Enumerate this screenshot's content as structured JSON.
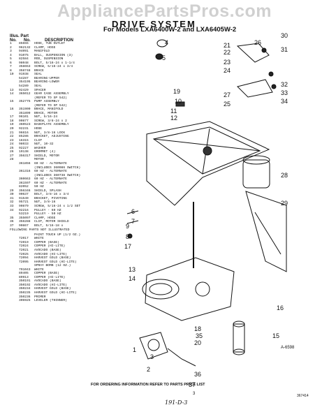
{
  "watermark": "AppliancePartsPros.com",
  "title": "DRIVE SYSTEM",
  "subtitle": "For Models LXA6400W-2 and LXA6405W-2",
  "headers": {
    "illus": "Illus. Part",
    "no": "No.",
    "num": "No.",
    "desc": "DESCRIPTION"
  },
  "parts": [
    {
      "n": "1",
      "p": "85655",
      "d": "HOSE, TUB OUTLET"
    },
    {
      "n": "2",
      "p": "962132",
      "d": "CLAMP, HOSE"
    },
    {
      "n": "3",
      "p": "94091",
      "d": "MANIFOLD"
    },
    {
      "n": "4",
      "p": "91075",
      "d": "BALL, SUSPENSION (3)"
    },
    {
      "n": "5",
      "p": "82584",
      "d": "ROD, SUSPENSION"
    },
    {
      "n": "6",
      "p": "98048",
      "d": "BOLT, 5/16-24 x 1-1/4"
    },
    {
      "n": "7",
      "p": "358653",
      "d": "SCREW, 5/16-24 x 3/4"
    },
    {
      "n": "8",
      "p": "358748",
      "d": "BRACE"
    },
    {
      "n": "10",
      "p": "91938",
      "d": "SEAL"
    },
    {
      "n": "",
      "p": "54287",
      "d": "BEARING-UPPER"
    },
    {
      "n": "",
      "p": "354195",
      "d": "BEARING-LOWER"
    },
    {
      "n": "",
      "p": "54289",
      "d": "SEAL"
    },
    {
      "n": "13",
      "p": "92429",
      "d": "SPACER"
    },
    {
      "n": "14",
      "p": "365012",
      "d": "GEAR CASE ASSEMBLY"
    },
    {
      "n": "",
      "p": "",
      "d": "(REFER TO SP 542)"
    },
    {
      "n": "15",
      "p": "352775",
      "d": "PUMP ASSEMBLY"
    },
    {
      "n": "",
      "p": "",
      "d": "(REFER TO SP 542)"
    },
    {
      "n": "16",
      "p": "351900",
      "d": "BRACE, MANIFOLD"
    },
    {
      "n": "",
      "p": "351899",
      "d": "BRACE, MOTOR"
    },
    {
      "n": "17",
      "p": "96101",
      "d": "NUT, 5/16-24"
    },
    {
      "n": "18",
      "p": "90877",
      "d": "SCREW, 3/8-24 x 2"
    },
    {
      "n": "19",
      "p": "360523",
      "d": "BASEPLATE ASSEMBLY"
    },
    {
      "n": "20",
      "p": "92231",
      "d": "HOSE"
    },
    {
      "n": "21",
      "p": "96616",
      "d": "NUT, 3/8-16 LOCK"
    },
    {
      "n": "22",
      "p": "85286",
      "d": "BRACKET, ADJUSTING"
    },
    {
      "n": "23",
      "p": "16315",
      "d": "CLIP"
    },
    {
      "n": "24",
      "p": "98033",
      "d": "NUT, 10-32"
    },
    {
      "n": "25",
      "p": "92227",
      "d": "WASHER"
    },
    {
      "n": "26",
      "p": "19138",
      "d": "GROMMET (4)"
    },
    {
      "n": "27",
      "p": "356317",
      "d": "SHIELD, MOTOR"
    },
    {
      "n": "28",
      "p": "",
      "d": "MOTOR"
    },
    {
      "n": "",
      "p": "361856",
      "d": "60 HZ - ALTERNATE"
    },
    {
      "n": "",
      "p": "",
      "d": "(INCLUDES 360086 SWITCH)"
    },
    {
      "n": "",
      "p": "361316",
      "d": "60 HZ - ALTERNATE"
    },
    {
      "n": "",
      "p": "",
      "d": "(INCLUDES 360738 SWITCH)"
    },
    {
      "n": "",
      "p": "360663",
      "d": "60 HZ - ALTERNATE"
    },
    {
      "n": "",
      "p": "361597",
      "d": "60 HZ - ALTERNATE"
    },
    {
      "n": "",
      "p": "82052",
      "d": "50 HZ"
    },
    {
      "n": "29",
      "p": "356346",
      "d": "SHIELD, SPLASH"
    },
    {
      "n": "30",
      "p": "90637",
      "d": "BOLT, 3/8-16 x 3/4"
    },
    {
      "n": "31",
      "p": "91549",
      "d": "BRACKET, PIVOTING"
    },
    {
      "n": "32",
      "p": "95721",
      "d": "NUT, 3/8-16"
    },
    {
      "n": "33",
      "p": "90879",
      "d": "SCREW, 5/16-24 x 1/2 SET"
    },
    {
      "n": "34",
      "p": "92216",
      "d": "PULLEY - 60 HZ"
    },
    {
      "n": "",
      "p": "53219",
      "d": "PULLEY - 50 HZ"
    },
    {
      "n": "35",
      "p": "355097",
      "d": "CLAMP, HOSE"
    },
    {
      "n": "36",
      "p": "356288",
      "d": "CLIP, MOTOR SHIELD"
    },
    {
      "n": "37",
      "p": "90867",
      "d": "BOLT, 5/16-18 x"
    }
  ],
  "not_illustrated_header": "FOLLOWING PARTS NOT ILLUSTRATED",
  "not_illustrated": [
    {
      "n": "",
      "p": "",
      "d": "PAINT TOUCH UP (1/2 OZ.)"
    },
    {
      "n": "",
      "p": "72017",
      "d": "WHITE"
    },
    {
      "n": "",
      "p": "72019",
      "d": "COPPER (BASE)"
    },
    {
      "n": "",
      "p": "72024",
      "d": "COPPER (HI-LITE)"
    },
    {
      "n": "",
      "p": "72021",
      "d": "AVOCADO (BASE)"
    },
    {
      "n": "",
      "p": "72025",
      "d": "AVOCADO (HI-LITE)"
    },
    {
      "n": "",
      "p": "72094",
      "d": "HARVEST GOLD (BASE)"
    },
    {
      "n": "",
      "p": "72095",
      "d": "HARVEST GOLD (HI-LITE)"
    },
    {
      "n": "",
      "p": "",
      "d": "SPRAY BOMB (12 OZ.)"
    },
    {
      "n": "",
      "p": "791043",
      "d": "WHITE"
    },
    {
      "n": "",
      "p": "89405",
      "d": "COPPER (BASE)"
    },
    {
      "n": "",
      "p": "89913",
      "d": "COPPER (HI-LITE)"
    },
    {
      "n": "",
      "p": "350191",
      "d": "AVOCADO (BASE)"
    },
    {
      "n": "",
      "p": "350192",
      "d": "AVOCADO (HI-LITE)"
    },
    {
      "n": "",
      "p": "350234",
      "d": "HARVEST GOLD (BASE)"
    },
    {
      "n": "",
      "p": "350235",
      "d": "HARVEST GOLD (HI-LITE)"
    },
    {
      "n": "",
      "p": "350236",
      "d": "PRIMER"
    },
    {
      "n": "",
      "p": "306925",
      "d": "LEVELER (THINNER)"
    }
  ],
  "callouts": [
    "1",
    "2",
    "3",
    "4",
    "5",
    "6",
    "7",
    "8",
    "9",
    "10",
    "11",
    "12",
    "13",
    "14",
    "15",
    "16",
    "17",
    "18",
    "19",
    "20",
    "21",
    "22",
    "23",
    "24",
    "25",
    "26",
    "27",
    "28",
    "29",
    "30",
    "31",
    "32",
    "33",
    "34",
    "35",
    "36",
    "37"
  ],
  "figure_code": "A-6598",
  "footer": "FOR ORDERING INFORMATION REFER TO PARTS PRICE LIST",
  "page_number": "3",
  "doc_code": "367414",
  "handwritten": "191-D-3"
}
